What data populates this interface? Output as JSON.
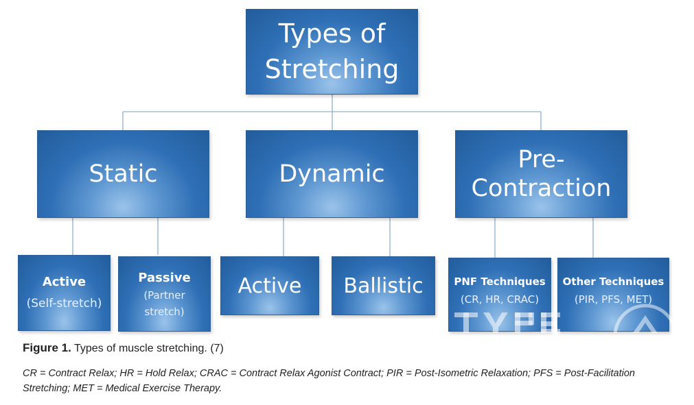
{
  "root": {
    "label": "Types of Stretching"
  },
  "categories": [
    {
      "label": "Static"
    },
    {
      "label": "Dynamic"
    },
    {
      "label": "Pre-Contraction"
    }
  ],
  "leaves": [
    {
      "title": "Active",
      "subtitle": "(Self-stretch)"
    },
    {
      "title": "Passive",
      "subtitle": "(Partner stretch)"
    },
    {
      "title": "Active"
    },
    {
      "title": "Ballistic"
    },
    {
      "title": "PNF Techniques",
      "subtitle": "(CR, HR, CRAC)"
    },
    {
      "title": "Other Techniques",
      "subtitle": "(PIR, PFS, MET)"
    }
  ],
  "caption": {
    "figure_label": "Figure 1.",
    "text": "Types of muscle stretching. (7)"
  },
  "note": "CR = Contract Relax; HR = Hold Relax; CRAC = Contract Relax Agonist Contract; PIR = Post-Isometric Relaxation; PFS = Post-Facilitation Stretching; MET = Medical Exercise Therapy.",
  "colors": {
    "box": "#2f6fb5",
    "box_highlight": "#9ac3ea",
    "connector": "#8fb0cc"
  }
}
